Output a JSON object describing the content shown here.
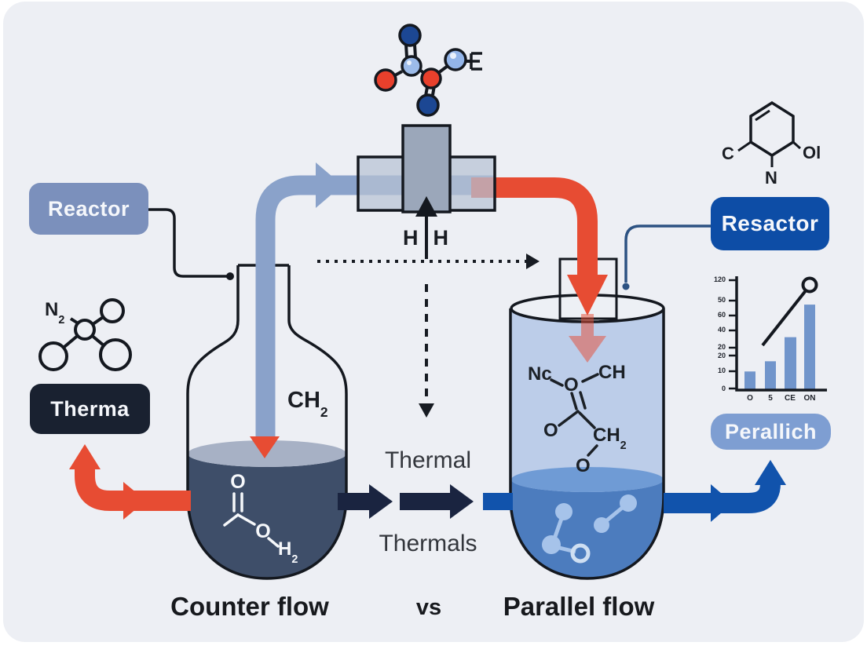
{
  "title": "Counter flow vs Parallel flow reactor diagram",
  "colors": {
    "card_bg": "#edeff4",
    "outline": "#14181f",
    "reactor_tag": "#7b90bc",
    "therma_tag": "#192130",
    "resactor_tag": "#0d4da6",
    "perallich_tag": "#7e9ed2",
    "pipe_blue": "#8aa2ca",
    "flow_red": "#e74c33",
    "navy_arrow": "#1a2440",
    "royal_blue": "#1153ac",
    "left_liquid": "#3e4e69",
    "left_liquid_surface": "#a7b1c5",
    "right_vessel_fill": "#bccde9",
    "right_liquid": "#4c7cbe",
    "right_liquid_surface": "#6f9bd5",
    "molecule_light_blue": "#a6c3ea",
    "sphere_dark_blue": "#1c4793",
    "sphere_light_blue": "#9cbbe9",
    "sphere_red": "#e8402c",
    "chart_bar": "#7195cb"
  },
  "labels": {
    "reactor": "Reactor",
    "therma": "Therma",
    "resactor": "Resactor",
    "perallich": "Perallich",
    "thermal": "Thermal",
    "thermals": "Thermals",
    "counter_flow": "Counter flow",
    "vs": "vs",
    "parallel_flow": "Parallel flow",
    "h_left": "H",
    "h_right": "H"
  },
  "left_flask": {
    "pipe_label": {
      "main": "CH",
      "sub": "2"
    },
    "structure": {
      "o_top": "O",
      "o_mid": "O",
      "h2_main": "H",
      "h2_sub": "2"
    }
  },
  "right_vessel": {
    "structure": {
      "nc": "Nc",
      "o_top": "O",
      "ch": "CH",
      "o_left": "O",
      "ch2_main": "CH",
      "ch2_sub": "2",
      "o_bottom": "O"
    }
  },
  "n2_molecule": {
    "label_main": "N",
    "label_sub": "2"
  },
  "hexagon_molecule": {
    "c": "C",
    "ol": "Ol",
    "n": "N"
  },
  "chart_data": {
    "type": "bar",
    "categories": [
      "O",
      "5",
      "CE",
      "ON"
    ],
    "values": [
      20,
      31,
      57,
      92
    ],
    "ylim": [
      0,
      120
    ],
    "y_tick_labels": [
      "120",
      "50",
      "60",
      "40",
      "20",
      "20",
      "10",
      "0"
    ],
    "trend_line": true,
    "legend": false,
    "grid": false,
    "title": "",
    "xlabel": "",
    "ylabel": ""
  }
}
